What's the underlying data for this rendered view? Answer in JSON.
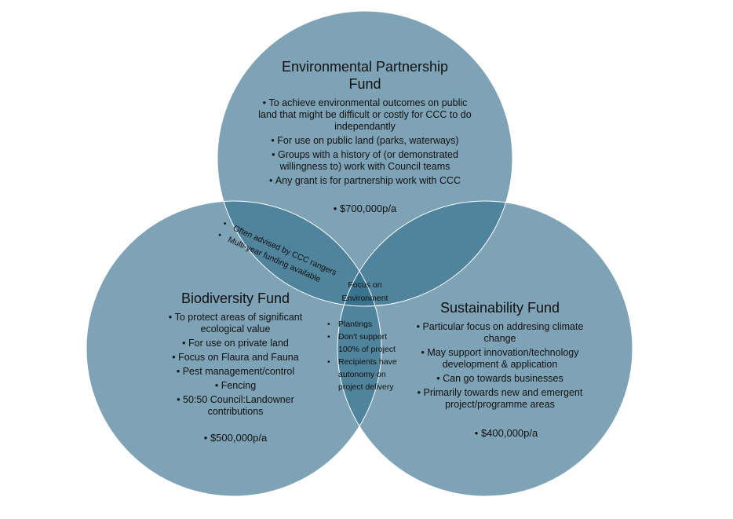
{
  "colors": {
    "circle_fill": "#7ea3b6",
    "overlap_two": "#4f849c",
    "overlap_three": "#3a738d",
    "stroke": "#ffffff"
  },
  "environmental": {
    "title_line1": "Environmental Partnership",
    "title_line2": "Fund",
    "bullets": [
      "To achieve environmental outcomes on public land that might be difficult or costly for CCC to do independantly",
      "For use on public land (parks, waterways)",
      "Groups with a history of (or demonstrated willingness to) work with Council teams",
      "Any grant is for partnership work with CCC"
    ],
    "amount": "$700,000p/a"
  },
  "biodiversity": {
    "title": "Biodiversity Fund",
    "bullets": [
      "To protect areas of significant ecological value",
      "For use on private land",
      "Focus on Flaura and Fauna",
      "Pest management/control",
      "Fencing",
      "50:50 Council:Landowner contributions"
    ],
    "amount": "$500,000p/a"
  },
  "sustainability": {
    "title": "Sustainability Fund",
    "bullets": [
      "Particular focus on addresing climate change",
      "May support innovation/technology development & application",
      "Can go towards businesses",
      "Primarily towards new and emergent project/programme areas"
    ],
    "amount": "$400,000p/a"
  },
  "overlap_env_bio": {
    "bullets": [
      "Often advised by CCC rangers",
      "Multi-year funding available"
    ]
  },
  "overlap_all": {
    "text": "Focus on Environment"
  },
  "overlap_bio_sus": {
    "bullets": [
      "Plantings",
      "Don't support 100% of project",
      "Recipients have autonomy on project delivery"
    ]
  }
}
